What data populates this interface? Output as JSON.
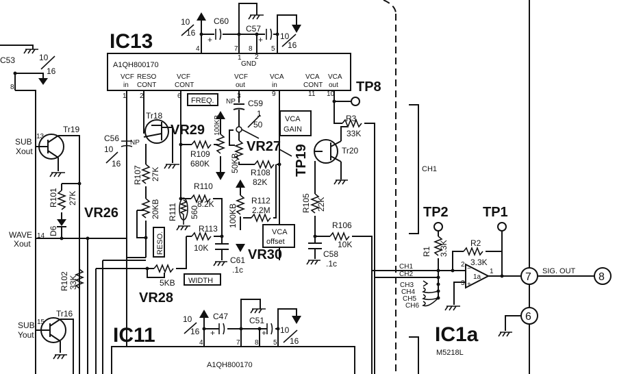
{
  "diagram": {
    "ic13": {
      "name": "IC13",
      "part": "A1QH800170",
      "gnd_label": "GND",
      "pins": [
        {
          "num": "1",
          "label_top": "VCF",
          "label_bottom": "in"
        },
        {
          "num": "2",
          "label_top": "RESO",
          "label_bottom": "CONT"
        },
        {
          "num": "6",
          "label_top": "VCF",
          "label_bottom": "CONT"
        },
        {
          "num": "3",
          "label_top": "VCF",
          "label_bottom": "out"
        },
        {
          "num": "9",
          "label_top": "VCA",
          "label_bottom": "in"
        },
        {
          "num": "11",
          "label_top": "VCA",
          "label_bottom": "CONT"
        },
        {
          "num": "10",
          "label_top": "VCA",
          "label_bottom": "out"
        }
      ],
      "top_pins": [
        "4",
        "7",
        "8",
        "5",
        "1",
        "2"
      ]
    },
    "ic11": {
      "name": "IC11",
      "part": "A1QH800170",
      "top_pins": [
        "4",
        "7",
        "8",
        "5"
      ]
    },
    "ic1a": {
      "name": "IC1a",
      "part": "M5218L",
      "glyph": "1a",
      "pins": [
        "2",
        "3",
        "1"
      ]
    },
    "capacitors": {
      "c53": {
        "name": "C53",
        "value_num": "10",
        "value_den": "16",
        "pin": "8"
      },
      "c60": {
        "name": "C60",
        "value_num": "10",
        "value_den": "16"
      },
      "c57": {
        "name": "C57",
        "value_num": "10",
        "value_den": "16"
      },
      "c56": {
        "name": "C56",
        "type": "NP",
        "value_num": "10",
        "value_den": "16"
      },
      "c59": {
        "name": "C59",
        "type": "NP",
        "value_num": "1",
        "value_den": "50"
      },
      "c61": {
        "name": "C61",
        "value": ".1c"
      },
      "c58": {
        "name": "C58",
        "value": ".1c"
      },
      "c47": {
        "name": "C47",
        "value_num": "10",
        "value_den": "16"
      },
      "c51": {
        "name": "C51",
        "value_num": "10",
        "value_den": "16"
      }
    },
    "resistors": {
      "r101": {
        "name": "R101",
        "value": "27K"
      },
      "r102": {
        "name": "R102",
        "value": "33K"
      },
      "r107": {
        "name": "R107",
        "value": "27K"
      },
      "r109": {
        "name": "R109",
        "value": "680K"
      },
      "r110": {
        "name": "R110",
        "value": "8.2K"
      },
      "r111": {
        "name": "R111",
        "value": "560"
      },
      "r113": {
        "name": "R113",
        "value": "10K"
      },
      "r108": {
        "name": "R108",
        "value": "82K"
      },
      "r112": {
        "name": "R112",
        "value": "2.2M"
      },
      "r105": {
        "name": "R105",
        "value": "22K"
      },
      "r106": {
        "name": "R106",
        "value": "10K"
      },
      "r3": {
        "name": "R3",
        "value": "33K"
      },
      "r1": {
        "name": "R1",
        "value": "3.3K"
      },
      "r2": {
        "name": "R2",
        "value": "3.3K"
      }
    },
    "pots": {
      "vr26": {
        "name": "VR26",
        "value": "20KB"
      },
      "vr27": {
        "name": "VR27",
        "value": "50KB"
      },
      "vr28": {
        "name": "VR28",
        "value": "5KB"
      },
      "vr29": {
        "name": "VR29",
        "value": "100KB"
      },
      "vr30": {
        "name": "VR30",
        "value": "100KB"
      }
    },
    "transistors": {
      "tr16": "Tr16",
      "tr18": "Tr18",
      "tr19": "Tr19",
      "tr20": "Tr20"
    },
    "diode": {
      "d6": "D6"
    },
    "function_labels": {
      "freq": "FREQ.",
      "reso": "RESO.",
      "width": "WIDTH",
      "vca_gain_1": "VCA",
      "vca_gain_2": "GAIN",
      "vca_offset_1": "VCA",
      "vca_offset_2": "offset"
    },
    "test_points": {
      "tp1": "TP1",
      "tp2": "TP2",
      "tp8": "TP8",
      "tp19": "TP19"
    },
    "io_labels": {
      "sub_x_1": "SUB",
      "sub_x_2": "Xout",
      "sub_x_pin": "13",
      "wave_x_1": "WAVE",
      "wave_x_2": "Xout",
      "wave_x_pin": "14",
      "sub_y_1": "SUB",
      "sub_y_2": "Yout",
      "sub_y_pin": "15"
    },
    "channels": {
      "ch1_bracket": "CH1",
      "inputs": [
        "CH1",
        "CH2",
        "CH3",
        "CH4",
        "CH5",
        "CH6"
      ]
    },
    "connectors": {
      "sig_out_label": "SIG. OUT",
      "n7": "7",
      "n8": "8",
      "n6": "6"
    }
  }
}
